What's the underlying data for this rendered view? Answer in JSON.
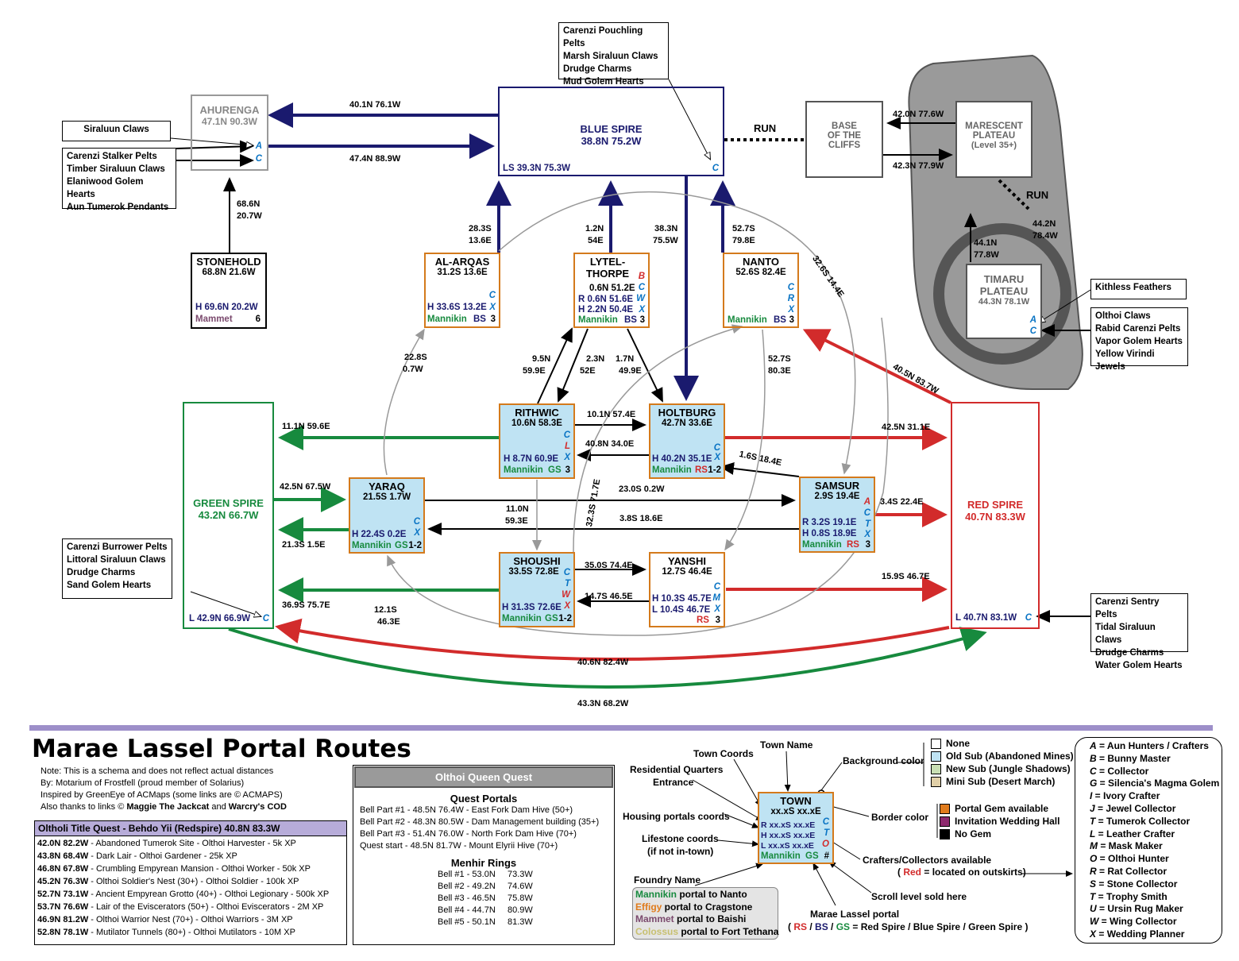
{
  "colors": {
    "blue": "#1a1a6e",
    "green": "#178a3e",
    "red": "#d22b2b",
    "orange": "#d47a1c",
    "sub": "#bfe3f3",
    "gray_region": "#9a9a9a"
  },
  "title": "Marae Lassel Portal Routes",
  "notes": [
    "Note: This is a schema and does not reflect actual distances",
    "By: Motarium of Frostfell (proud member of Solarius)",
    "Inspired by GreenEye of ACMaps (some links are © ACMAPS)"
  ],
  "thanks": {
    "prefix": "Also thanks to links © ",
    "a": "Maggie The Jackcat",
    "mid": " and ",
    "b": "Warcry's COD"
  },
  "nodes": {
    "ahurenga": {
      "name": "AHURENGA",
      "coords": "47.1N 90.3W",
      "codes": [
        "A",
        "C"
      ]
    },
    "stonehold": {
      "name": "STONEHOLD",
      "coords": "68.8N 21.6W",
      "h": "H 69.6N 20.2W",
      "foundry": "Mammet",
      "scroll": "6"
    },
    "blue_spire": {
      "name": "BLUE SPIRE",
      "coords": "38.8N 75.2W",
      "ls": "LS 39.3N 75.3W",
      "code": "C"
    },
    "base": {
      "name": "BASE OF THE CLIFFS",
      "l1": "BASE",
      "l2": "OF THE",
      "l3": "CLIFFS"
    },
    "marescent": {
      "l1": "MARESCENT",
      "l2": "PLATEAU",
      "l3": "(Level 35+)"
    },
    "timaru": {
      "l1": "TIMARU",
      "l2": "PLATEAU",
      "coords": "44.3N 78.1W",
      "codes": [
        "A",
        "C"
      ]
    },
    "alarqas": {
      "name": "AL-ARQAS",
      "coords": "31.2S 13.6E",
      "h": "H 33.6S 13.2E",
      "foundry": "Mannikin",
      "portal": "BS",
      "scroll": "3",
      "codes": [
        "C",
        "X"
      ]
    },
    "lytel": {
      "l1": "LYTEL-",
      "l2": "THORPE",
      "coords": "0.6N 51.2E",
      "r": "R 0.6N 51.6E",
      "h": "H 2.2N 50.4E",
      "foundry": "Mannikin",
      "portal": "BS",
      "scroll": "3",
      "codes": [
        "B",
        "C",
        "W",
        "X"
      ]
    },
    "nanto": {
      "name": "NANTO",
      "coords": "52.6S 82.4E",
      "foundry": "Mannikin",
      "portal": "BS",
      "scroll": "3",
      "codes": [
        "C",
        "R",
        "X"
      ]
    },
    "rithwic": {
      "name": "RITHWIC",
      "coords": "10.6N 58.3E",
      "h": "H 8.7N 60.9E",
      "foundry": "Mannikin",
      "portal": "GS",
      "scroll": "3",
      "codes": [
        "C",
        "L",
        "X"
      ]
    },
    "holtburg": {
      "name": "HOLTBURG",
      "coords": "42.7N 33.6E",
      "h": "H 40.2N 35.1E",
      "foundry": "Mannikin",
      "portal": "RS",
      "scroll": "1-2",
      "codes": [
        "C",
        "X"
      ]
    },
    "yaraq": {
      "name": "YARAQ",
      "coords": "21.5S 1.7W",
      "h": "H 22.4S 0.2E",
      "foundry": "Mannikin",
      "portal": "GS",
      "scroll": "1-2",
      "codes": [
        "C",
        "X"
      ]
    },
    "samsur": {
      "name": "SAMSUR",
      "coords": "2.9S 19.4E",
      "r": "R 3.2S 19.1E",
      "h": "H 0.8S 18.9E",
      "foundry": "Mannikin",
      "portal": "RS",
      "scroll": "3",
      "codes": [
        "A",
        "C",
        "T",
        "X"
      ]
    },
    "shoushi": {
      "name": "SHOUSHI",
      "coords": "33.5S 72.8E",
      "h": "H 31.3S 72.6E",
      "foundry": "Mannikin",
      "portal": "GS",
      "scroll": "1-2",
      "codes": [
        "C",
        "T",
        "W",
        "X"
      ]
    },
    "yanshi": {
      "name": "YANSHI",
      "coords": "12.7S 46.4E",
      "h": "H 10.3S 45.7E",
      "l": "L 10.4S 46.7E",
      "portal": "RS",
      "scroll": "3",
      "codes": [
        "C",
        "M",
        "X"
      ]
    },
    "green_spire": {
      "name": "GREEN SPIRE",
      "coords": "43.2N 66.7W",
      "l": "L 42.9N 66.9W",
      "code": "C"
    },
    "red_spire": {
      "name": "RED SPIRE",
      "coords": "40.7N 83.3W",
      "l": "L 40.7N 83.1W",
      "code": "C"
    }
  },
  "edge_labels": {
    "e1": "40.1N 76.1W",
    "e2": "47.4N 88.9W",
    "e3a": "68.6N",
    "e3b": "20.7W",
    "run1": "RUN",
    "run2": "RUN",
    "e4": "42.0N 77.6W",
    "e5": "42.3N 77.9W",
    "e6a": "44.2N",
    "e6b": "78.4W",
    "e7a": "44.1N",
    "e7b": "77.8W",
    "e8a": "28.3S",
    "e8b": "13.6E",
    "e9a": "1.2N",
    "e9b": "54E",
    "e10a": "38.3N",
    "e10b": "75.5W",
    "e11a": "52.7S",
    "e11b": "79.8E",
    "e12": "32.6S 14.4E",
    "e13": "40.5N 83.7W",
    "e14a": "22.8S",
    "e14b": "0.7W",
    "e15a": "9.5N",
    "e15b": "59.9E",
    "e16a": "2.3N",
    "e16b": "52E",
    "e17a": "1.7N",
    "e17b": "49.9E",
    "e18a": "52.7S",
    "e18b": "80.3E",
    "e19": "11.1N 59.6E",
    "e20": "10.1N 57.4E",
    "e21": "40.8N 34.0E",
    "e22": "42.5N 31.1E",
    "e23": "1.6S 18.4E",
    "e24": "42.5N 67.5W",
    "e25": "23.0S 0.2W",
    "e26a": "11.0N",
    "e26b": "59.3E",
    "e27": "3.8S 18.6E",
    "e28": "21.3S 1.5E",
    "e29": "3.4S 22.4E",
    "e30": "35.0S 74.4E",
    "e31": "14.7S 46.5E",
    "e32": "36.9S 75.7E",
    "e33": "15.9S 46.7E",
    "e34a": "12.1S",
    "e34b": "46.3E",
    "e35": "32.3S 71.7E",
    "e36": "40.6N 82.4W",
    "e37": "43.3N 68.2W"
  },
  "notes_boxes": {
    "siraluun": [
      "Siraluun Claws"
    ],
    "carenzi_stalker": [
      "Carenzi Stalker Pelts",
      "Timber Siraluun Claws",
      "Elaniwood Golem Hearts",
      "Aun Tumerok Pendants"
    ],
    "pouchling": [
      "Carenzi Pouchling Pelts",
      "Marsh Siraluun Claws",
      "Drudge Charms",
      "Mud Golem Hearts"
    ],
    "kithless": [
      "Kithless Feathers"
    ],
    "olthoi_claws": [
      "Olthoi Claws",
      "Rabid Carenzi Pelts",
      "Vapor Golem Hearts",
      "Yellow Virindi Jewels"
    ],
    "burrower": [
      "Carenzi Burrower Pelts",
      "Littoral Siraluun Claws",
      "Drudge Charms",
      "Sand Golem Hearts"
    ],
    "sentry": [
      "Carenzi Sentry Pelts",
      "Tidal Siraluun Claws",
      "Drudge Charms",
      "Water Golem Hearts"
    ]
  },
  "title_quest": {
    "header": "Oltholi Title Quest - Behdo Yii (Redspire) 40.8N 83.3W",
    "rows": [
      [
        "42.0N 82.2W",
        "Abandoned Tumerok Site - Olthoi Harvester - 5k XP"
      ],
      [
        "43.8N 68.4W",
        "Dark Lair - Olthoi Gardener - 25k XP"
      ],
      [
        "46.8N 67.8W",
        "Crumbling Empyrean Mansion - Olthoi Worker - 50k XP"
      ],
      [
        "45.2N 76.3W",
        "Olthoi Soldier's Nest (30+) - Olthoi Soldier - 100k XP"
      ],
      [
        "52.7N 73.1W",
        "Ancient Empyrean Grotto (40+) - Olthoi Legionary - 500k XP"
      ],
      [
        "53.7N 76.6W",
        "Lair of the Eviscerators (50+) - Olthoi Eviscerators - 2M XP"
      ],
      [
        "46.9N 81.2W",
        "Olthoi Warrior Nest (70+) - Olthoi Warriors - 3M XP"
      ],
      [
        "52.8N 78.1W",
        "Mutilator Tunnels (80+) - Olthoi Mutilators - 10M XP"
      ]
    ]
  },
  "queen_quest": {
    "header": "Olthoi Queen Quest",
    "portals_title": "Quest Portals",
    "portals": [
      "Bell Part #1 - 48.5N 76.4W - East Fork Dam Hive (50+)",
      "Bell Part #2 - 48.3N 80.5W - Dam Management building (35+)",
      "Bell Part #3 - 51.4N 76.0W - North Fork Dam Hive (70+)",
      "Quest start  - 48.5N 81.7W - Mount Elyrii Hive (70+)"
    ],
    "rings_title": "Menhir Rings",
    "rings": [
      [
        "Bell #1 - 53.0N",
        "73.3W"
      ],
      [
        "Bell #2 - 49.2N",
        "74.6W"
      ],
      [
        "Bell #3 - 46.5N",
        "75.8W"
      ],
      [
        "Bell #4 - 44.7N",
        "80.9W"
      ],
      [
        "Bell #5 - 50.1N",
        "81.3W"
      ]
    ]
  },
  "legend": {
    "town_coords": "Town Coords",
    "town_name": "Town Name",
    "rq": "Residential Quarters",
    "entrance": "Entrance",
    "background": "Background color",
    "housing": "Housing portals coords",
    "border": "Border color",
    "lifestone": "Lifestone coords",
    "lifestone2": "(if not in-town)",
    "crafters": "Crafters/Collectors available",
    "red_note_a": "Red",
    "red_note_b": " = located on outskirts)",
    "red_note_open": "( ",
    "foundry": "Foundry Name",
    "scroll": "Scroll level sold here",
    "marae_portal": "Marae Lassel portal",
    "marae_sub": "RS",
    "marae_bs": "BS",
    "marae_gs": "GS",
    "marae_rest": " = Red Spire / Blue Spire / Green Spire )",
    "sample": {
      "town": "TOWN",
      "xx": "xx.xS xx.xE",
      "r": "R xx.xS xx.xE",
      "h": "H xx.xS xx.xE",
      "l": "L xx.xS xx.xE",
      "foundry": "Mannikin",
      "portal": "GS",
      "scroll": "#",
      "codes": [
        "C",
        "T",
        "O"
      ]
    },
    "foundries": [
      [
        "Mannikin",
        "portal to Nanto",
        "#178a3e"
      ],
      [
        "Effigy",
        "portal to Cragstone",
        "#e07b1c"
      ],
      [
        "Mammet",
        "portal to Baishi",
        "#7b4a6e"
      ],
      [
        "Colossus",
        "portal to Fort Tethana",
        "#c8c070"
      ]
    ],
    "bg_colors": [
      [
        "None",
        "#ffffff"
      ],
      [
        "Old Sub (Abandoned Mines)",
        "#bfe3f3"
      ],
      [
        "New Sub (Jungle Shadows)",
        "#c9dfb4"
      ],
      [
        "Mini Sub (Desert March)",
        "#e1d0a8"
      ]
    ],
    "border_colors": [
      [
        "Portal Gem available",
        "#e07b1c"
      ],
      [
        "Invitation Wedding Hall",
        "#8e2a6e"
      ],
      [
        "No Gem",
        "#000000"
      ]
    ],
    "codes": [
      [
        "A",
        "Aun Hunters / Crafters"
      ],
      [
        "B",
        "Bunny Master"
      ],
      [
        "C",
        "Collector"
      ],
      [
        "G",
        "Silencia's Magma Golem"
      ],
      [
        "I",
        "Ivory Crafter"
      ],
      [
        "J",
        "Jewel Collector"
      ],
      [
        "T",
        "Tumerok Collector"
      ],
      [
        "L",
        "Leather Crafter"
      ],
      [
        "M",
        "Mask Maker"
      ],
      [
        "O",
        "Olthoi Hunter"
      ],
      [
        "R",
        "Rat Collector"
      ],
      [
        "S",
        "Stone Collector"
      ],
      [
        "T",
        "Trophy Smith"
      ],
      [
        "U",
        "Ursin Rug Maker"
      ],
      [
        "W",
        "Wing Collector"
      ],
      [
        "X",
        "Wedding Planner"
      ]
    ]
  }
}
